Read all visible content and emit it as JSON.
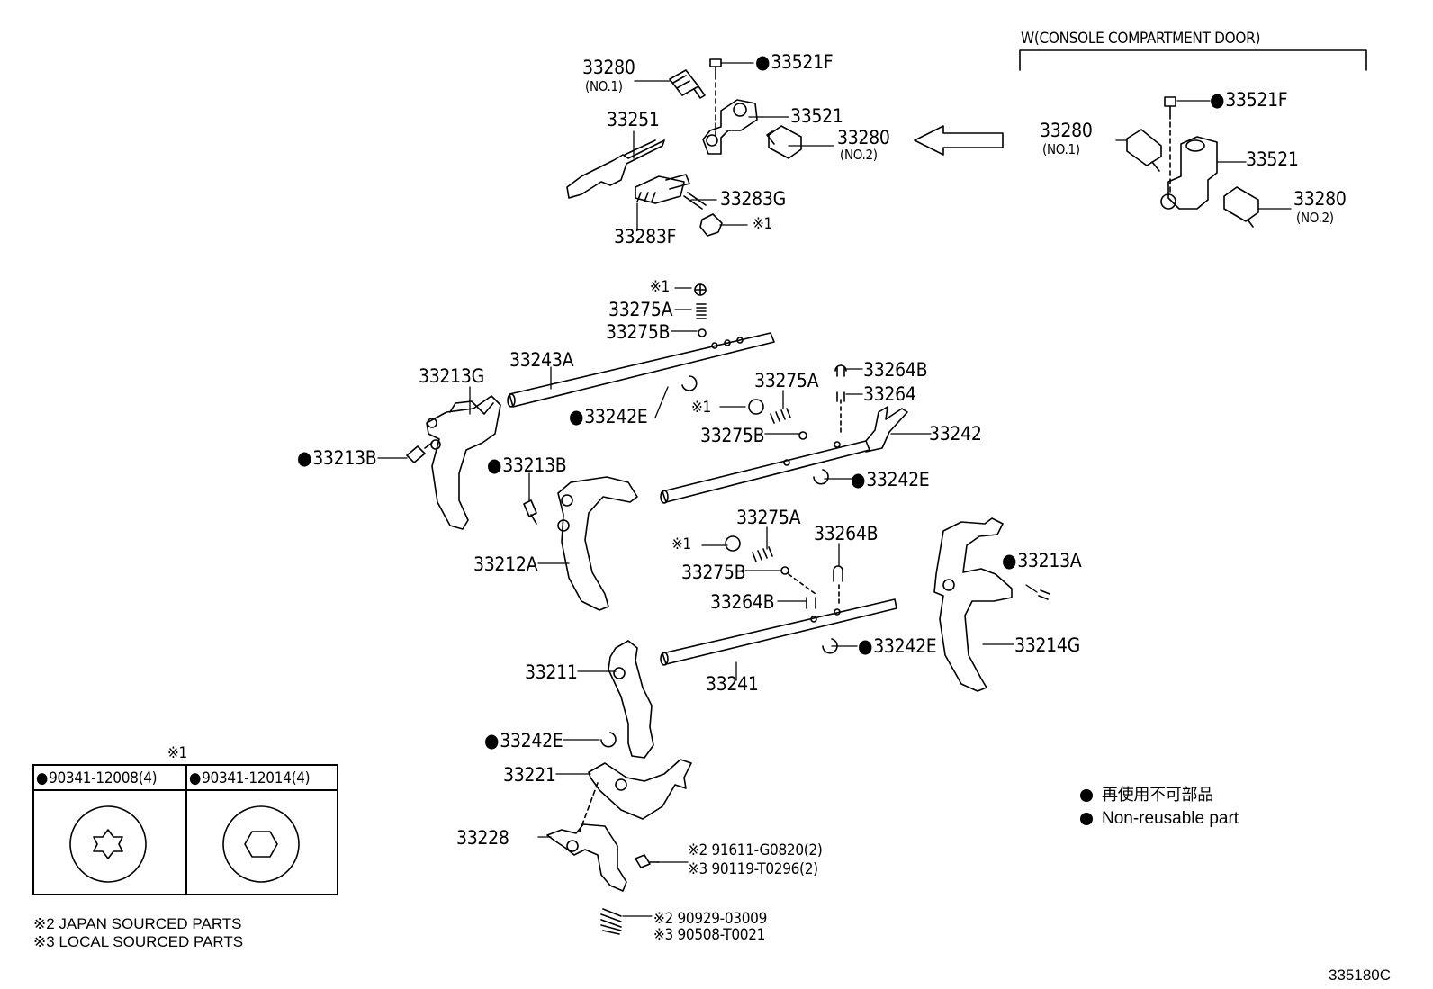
{
  "variant_header": "W(CONSOLE COMPARTMENT DOOR)",
  "parts": {
    "p33280_no1_top": "33280",
    "p33280_no1_top_note": "(NO.1)",
    "p33521f_top": "33521F",
    "p33521_top": "33521",
    "p33251": "33251",
    "p33280_no2_top": "33280",
    "p33280_no2_top_note": "(NO.2)",
    "p33283g": "33283G",
    "p33283f": "33283F",
    "ref1_a": "※1",
    "p33280_no1_right": "33280",
    "p33280_no1_right_note": "(NO.1)",
    "p33521f_right": "33521F",
    "p33521_right": "33521",
    "p33280_no2_right": "33280",
    "p33280_no2_right_note": "(NO.2)",
    "ref1_b": "※1",
    "p33275a_a": "33275A",
    "p33275b_a": "33275B",
    "p33243a": "33243A",
    "p33213g": "33213G",
    "p33242e_a": "33242E",
    "p33213b_a": "33213B",
    "p33213b_b": "33213B",
    "p33264b_a": "33264B",
    "p33264": "33264",
    "p33275a_b": "33275A",
    "ref1_c": "※1",
    "p33275b_b": "33275B",
    "p33242": "33242",
    "p33242e_b": "33242E",
    "p33212a": "33212A",
    "p33275a_c": "33275A",
    "p33264b_b": "33264B",
    "ref1_d": "※1",
    "p33275b_c": "33275B",
    "p33264b_c": "33264B",
    "p33213a": "33213A",
    "p33214g": "33214G",
    "p33242e_c": "33242E",
    "p33211": "33211",
    "p33241": "33241",
    "p33242e_d": "33242E",
    "p33221": "33221",
    "p33228": "33228",
    "bolt_jp": "※2  91611-G0820(2)",
    "bolt_local": "※3  90119-T0296(2)",
    "spring_jp": "※2  90929-03009",
    "spring_local": "※3  90508-T0021"
  },
  "bolt_table": {
    "title": "※1",
    "col1": "90341-12008(4)",
    "col2": "90341-12014(4)"
  },
  "legend": {
    "jp": "再使用不可部品",
    "en": "Non-reusable part"
  },
  "footnotes": {
    "n2": "※2 JAPAN SOURCED PARTS",
    "n3": "※3 LOCAL SOURCED PARTS"
  },
  "figure_id": "335180C"
}
